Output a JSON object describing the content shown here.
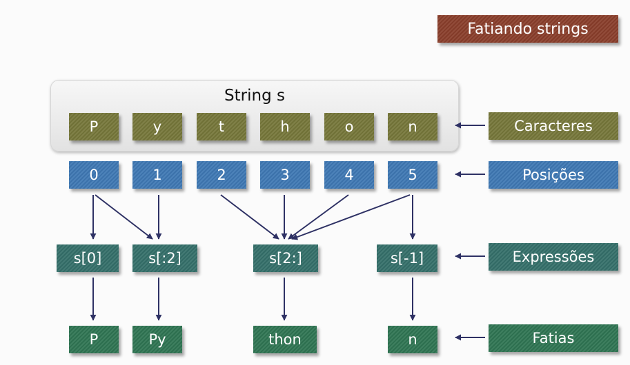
{
  "title": "Fatiando strings",
  "string_label": "String s",
  "characters": [
    "P",
    "y",
    "t",
    "h",
    "o",
    "n"
  ],
  "positions": [
    "0",
    "1",
    "2",
    "3",
    "4",
    "5"
  ],
  "expressions": [
    "s[0]",
    "s[:2]",
    "s[2:]",
    "s[-1]"
  ],
  "slices": [
    "P",
    "Py",
    "thon",
    "n"
  ],
  "legend": {
    "characters": "Caracteres",
    "positions": "Posições",
    "expressions": "Expressões",
    "slices": "Fatias"
  },
  "colors": {
    "characters": "#76773a",
    "positions": "#3f78b4",
    "expressions": "#35706a",
    "slices": "#2f7553",
    "title": "#8a3e2b",
    "arrow": "#2e3164"
  }
}
